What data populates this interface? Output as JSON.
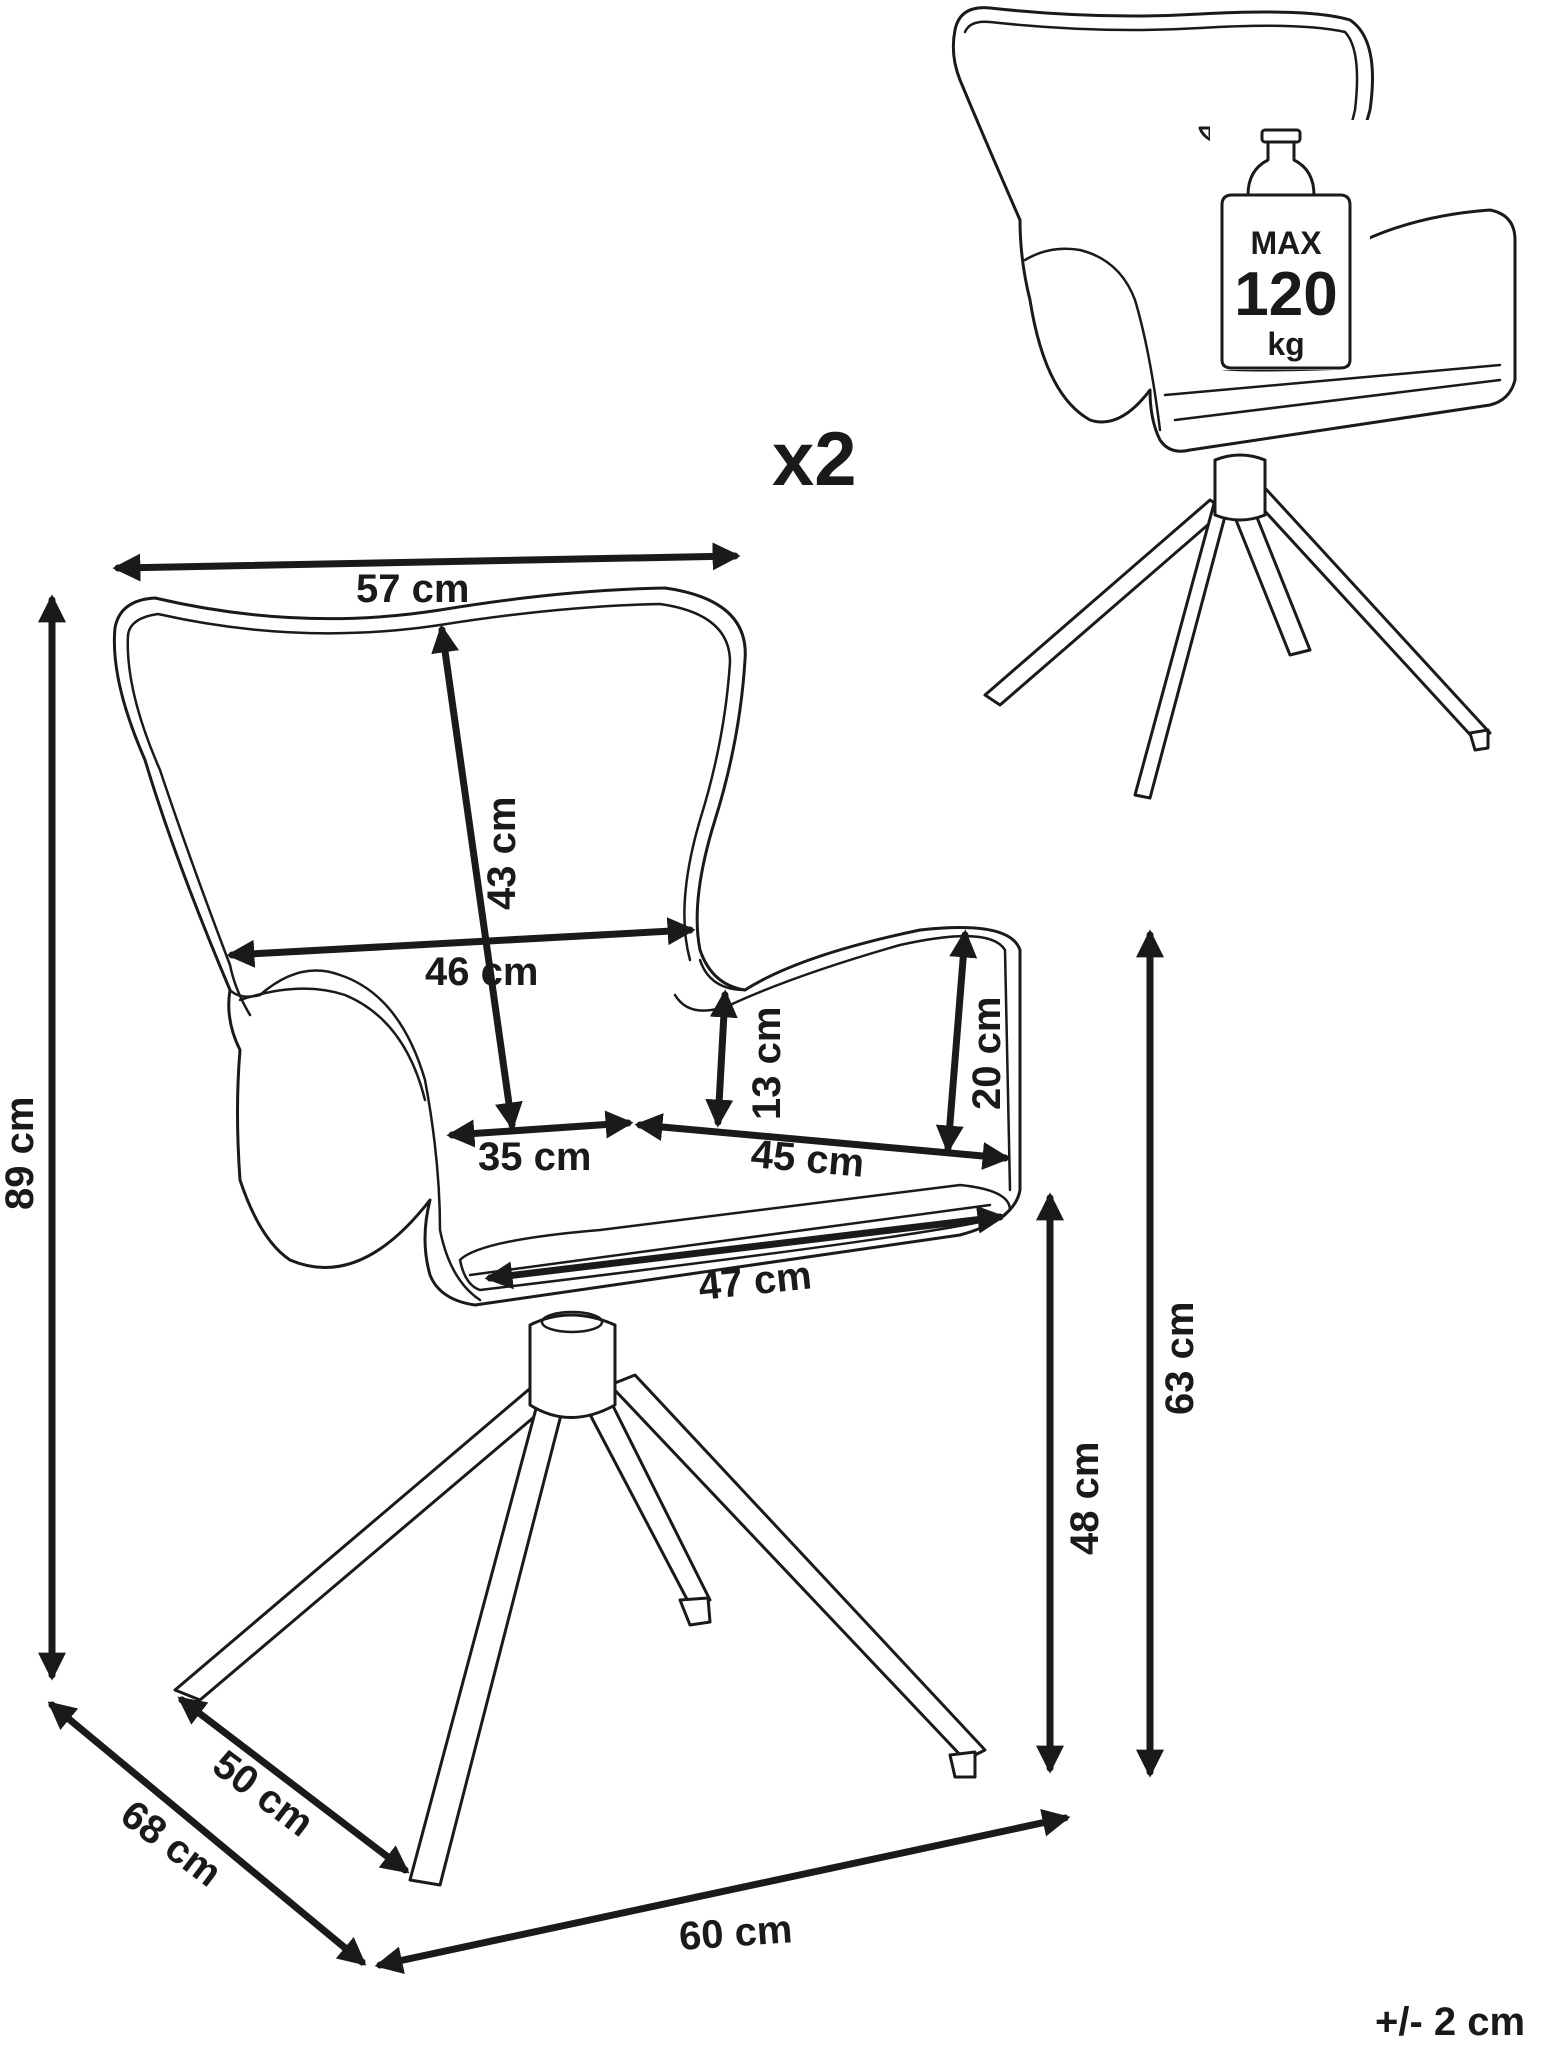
{
  "quantity": "x2",
  "tolerance": "+/- 2 cm",
  "max_load": {
    "prefix": "MAX",
    "value": "120",
    "unit": "kg"
  },
  "dimensions": {
    "total_width": "57 cm",
    "backrest_height": "43 cm",
    "backrest_width": "46 cm",
    "armrest_height_inner": "13 cm",
    "armrest_height_outer": "20 cm",
    "seat_depth_inner": "35 cm",
    "seat_depth": "45 cm",
    "seat_width": "47 cm",
    "total_height": "89 cm",
    "seat_height": "48 cm",
    "armrest_height_floor": "63 cm",
    "base_depth": "50 cm",
    "total_depth": "68 cm",
    "total_width_base": "60 cm"
  }
}
